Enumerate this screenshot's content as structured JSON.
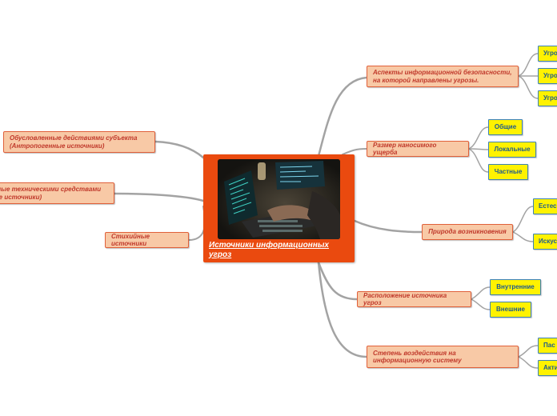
{
  "central": {
    "title": "Источники информационных угроз",
    "photo_icon": "laptop-hacker-photo"
  },
  "left_nodes": [
    {
      "label": "Обусловленные действиями субъекта (Антропогенные источники)"
    },
    {
      "label": "енные техническими средствами ные источники)"
    },
    {
      "label": "Стихийные источники"
    }
  ],
  "right_nodes": [
    {
      "label": "Аспекты информационной безопасности, на которой направлены угрозы.",
      "children": [
        "Угро",
        "Угро",
        "Угро"
      ]
    },
    {
      "label": "Размер наносимого ущерба",
      "children": [
        "Общие",
        "Локальные",
        "Частные"
      ]
    },
    {
      "label": "Природа возникновения",
      "children": [
        "Естес",
        "Искус"
      ]
    },
    {
      "label": "Расположение источника угроз",
      "children": [
        "Внутренние",
        "Внешние"
      ]
    },
    {
      "label": "Степень воздействия на информационную систему",
      "children": [
        "Пас",
        "Акти"
      ]
    }
  ],
  "colors": {
    "central": "#ea4a0f",
    "branch_fill": "#f8c9a6",
    "branch_border": "#e0603a",
    "leaf_fill": "#fff200",
    "leaf_border": "#3c82b8",
    "connector": "#9a9a9a"
  }
}
